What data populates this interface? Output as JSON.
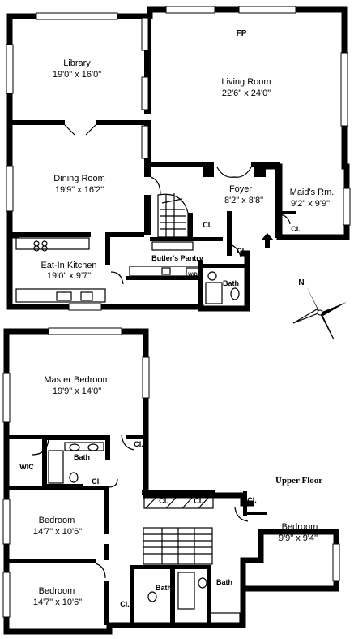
{
  "fireplace": "FP",
  "rooms_main": [
    {
      "id": "library",
      "name": "Library",
      "dims": "19'0\" x 16'0\""
    },
    {
      "id": "living",
      "name": "Living Room",
      "dims": "22'6\" x 24'0\""
    },
    {
      "id": "dining",
      "name": "Dining Room",
      "dims": "19'9\" x 16'2\""
    },
    {
      "id": "foyer",
      "name": "Foyer",
      "dims": "8'2\" x 8'8\""
    },
    {
      "id": "maids",
      "name": "Maid's Rm.",
      "dims": "9'2\" x 9'9\""
    },
    {
      "id": "kitchen",
      "name": "Eat-In Kitchen",
      "dims": "19'0\" x 9'7\""
    }
  ],
  "labels_main": {
    "butlers_pantry": "Butler's Pantry",
    "bath": "Bath",
    "closet": "Cl.",
    "washer_dryer": "W/D"
  },
  "rooms_upper": [
    {
      "id": "master",
      "name": "Master Bedroom",
      "dims": "19'9\" x 14'0\""
    },
    {
      "id": "bed1",
      "name": "Bedroom",
      "dims": "14'7\" x 10'6\""
    },
    {
      "id": "bed2",
      "name": "Bedroom",
      "dims": "9'9\" x 9'4\""
    },
    {
      "id": "bed3",
      "name": "Bedroom",
      "dims": "14'7\" x 10'6\""
    }
  ],
  "labels_upper": {
    "wic": "WIC",
    "bath": "Bath",
    "closet": "Cl.",
    "upper_floor": "Upper Floor"
  },
  "compass": {
    "north": "N"
  }
}
